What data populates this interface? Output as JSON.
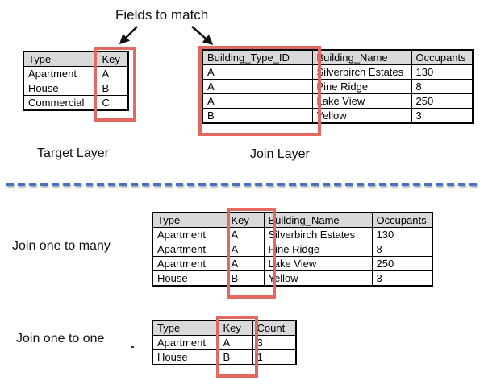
{
  "annotation": {
    "label": "Fields to match"
  },
  "colors": {
    "highlight_red": "#e2695f",
    "divider_blue": "#4472c4",
    "header_grey": "#d9d9d9",
    "text_black": "#000000"
  },
  "sections": {
    "target_layer_label": "Target Layer",
    "join_layer_label": "Join Layer",
    "join_one_to_many_label": "Join one to many",
    "join_one_to_one_label": "Join one to one"
  },
  "tables": {
    "target": {
      "headers": [
        "Type",
        "Key"
      ],
      "rows": [
        [
          "Apartment",
          "A"
        ],
        [
          "House",
          "B"
        ],
        [
          "Commercial",
          "C"
        ]
      ],
      "highlighted_field": "Key"
    },
    "join": {
      "headers": [
        "Building_Type_ID",
        "Building_Name",
        "Occupants"
      ],
      "rows": [
        [
          "A",
          "Silverbirch Estates",
          "130"
        ],
        [
          "A",
          "Pine Ridge",
          "8"
        ],
        [
          "A",
          "Lake View",
          "250"
        ],
        [
          "B",
          "Yellow",
          "3"
        ]
      ],
      "highlighted_field": "Building_Type_ID"
    },
    "one_to_many": {
      "headers": [
        "Type",
        "Key",
        "Building_Name",
        "Occupants"
      ],
      "rows": [
        [
          "Apartment",
          "A",
          "Silverbirch Estates",
          "130"
        ],
        [
          "Apartment",
          "A",
          "Pine Ridge",
          "8"
        ],
        [
          "Apartment",
          "A",
          "Lake View",
          "250"
        ],
        [
          "House",
          "B",
          "Yellow",
          "3"
        ]
      ],
      "highlighted_field": "Key"
    },
    "one_to_one": {
      "headers": [
        "Type",
        "Key",
        "Count"
      ],
      "rows": [
        [
          "Apartment",
          "A",
          "3"
        ],
        [
          "House",
          "B",
          "1"
        ]
      ],
      "highlighted_field": "Key"
    }
  }
}
